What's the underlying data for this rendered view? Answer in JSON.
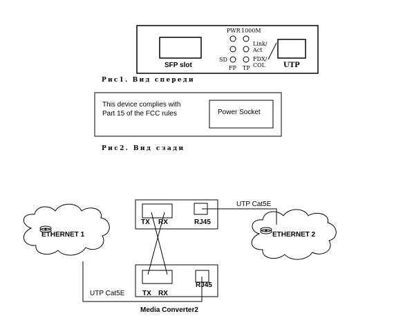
{
  "front_panel": {
    "sfp_label": "SFP slot",
    "utp_label": "UTP",
    "led_labels": {
      "pwr": "PWR",
      "speed": "1000M",
      "link": "Link/",
      "act": "Act",
      "fdx": "FDX/",
      "col": "COL",
      "sd": "SD",
      "fp": "FP",
      "tp": "TP"
    },
    "caption": "Рис1. Вид спереди"
  },
  "rear_panel": {
    "fcc_line1": "This device complies with",
    "fcc_line2": "Part 15 of the FCC rules",
    "power_socket_label": "Power Socket",
    "caption": "Рис2. Вид сзади"
  },
  "network": {
    "ethernet1_label": "ETHERNET 1",
    "ethernet2_label": "ETHERNET 2",
    "converter_top": {
      "tx": "TX",
      "rx": "RX",
      "rj45": "RJ45"
    },
    "converter_bottom": {
      "tx": "TX",
      "rx": "RX",
      "rj45": "RJ45",
      "name": "Media Converter2"
    },
    "cable_top_label": "UTP Cat5E",
    "cable_bottom_label": "UTP Cat5E"
  }
}
